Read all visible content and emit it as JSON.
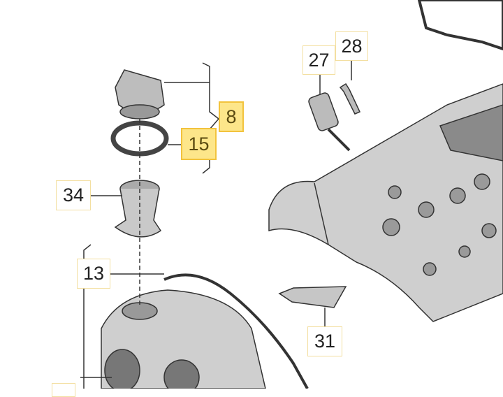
{
  "diagram": {
    "type": "exploded parts diagram",
    "callouts": [
      {
        "id": "27",
        "label": "27",
        "highlighted": false
      },
      {
        "id": "28",
        "label": "28",
        "highlighted": false
      },
      {
        "id": "8",
        "label": "8",
        "highlighted": true
      },
      {
        "id": "15",
        "label": "15",
        "highlighted": true
      },
      {
        "id": "34",
        "label": "34",
        "highlighted": false
      },
      {
        "id": "13",
        "label": "13",
        "highlighted": false
      },
      {
        "id": "31",
        "label": "31",
        "highlighted": false
      },
      {
        "id": "partial",
        "label": "",
        "highlighted": false
      }
    ],
    "colors": {
      "highlight_fill": "#fde68a",
      "highlight_border": "#f2c33d",
      "callout_border": "#f3dfa0"
    }
  }
}
